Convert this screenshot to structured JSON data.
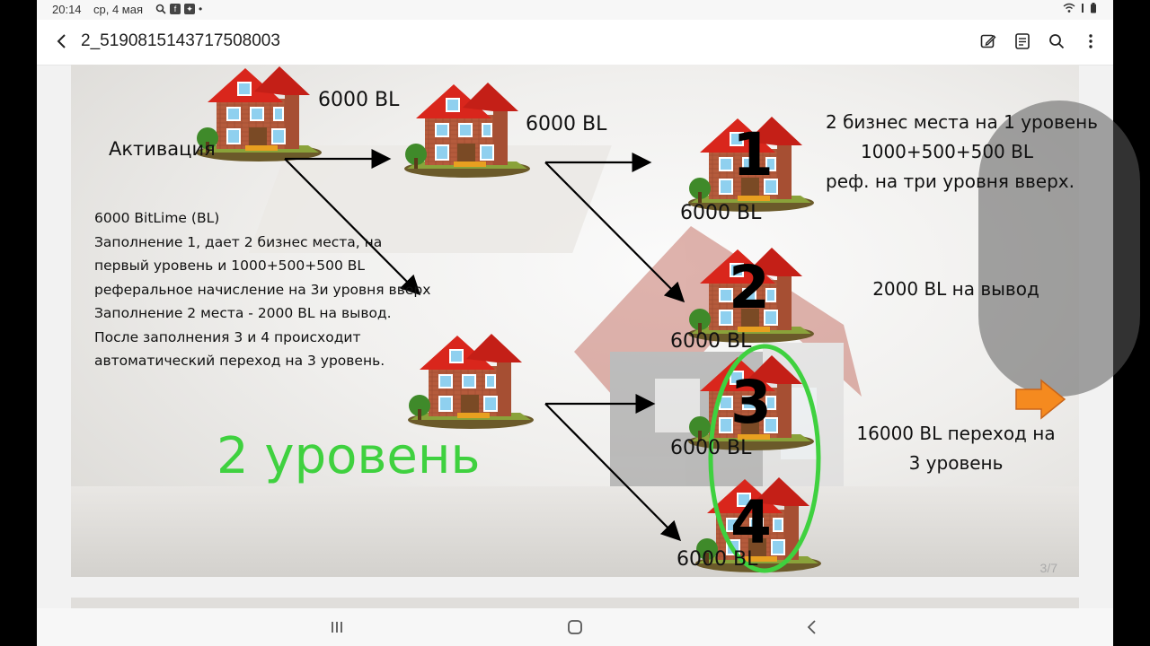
{
  "status": {
    "time": "20:14",
    "date": "ср, 4 мая"
  },
  "app": {
    "title": "2_5190815143717508003"
  },
  "slide": {
    "activation": "Активация",
    "prices": {
      "p1": "6000 BL",
      "p2": "6000 BL",
      "p3": "6000 BL",
      "p4": "6000 BL",
      "p5": "6000 BL",
      "p6": "6000 BL"
    },
    "description": [
      "6000 BitLime (BL)",
      "Заполнение 1, дает 2 бизнес места, на",
      "первый уровень и 1000+500+500 BL",
      "реферальное начисление на 3и уровня вверх",
      "Заполнение 2 места - 2000 BL на вывод.",
      "После заполнения 3 и 4 происходит",
      "автоматический переход на 3 уровень."
    ],
    "level_label": "2 уровень",
    "notes": {
      "n1": [
        "2 бизнес места на 1 уровень",
        "1000+500+500 BL",
        "реф. на три уровня вверх."
      ],
      "n2": "2000 BL на вывод",
      "n3": [
        "16000 BL переход на",
        "3 уровень"
      ]
    },
    "numbers": [
      "1",
      "2",
      "3",
      "4"
    ],
    "page_indicator": "3/7"
  },
  "colors": {
    "accent_green": "#3fd13f",
    "arrow_orange": "#f58a1f",
    "roof_red": "#d9261c"
  }
}
